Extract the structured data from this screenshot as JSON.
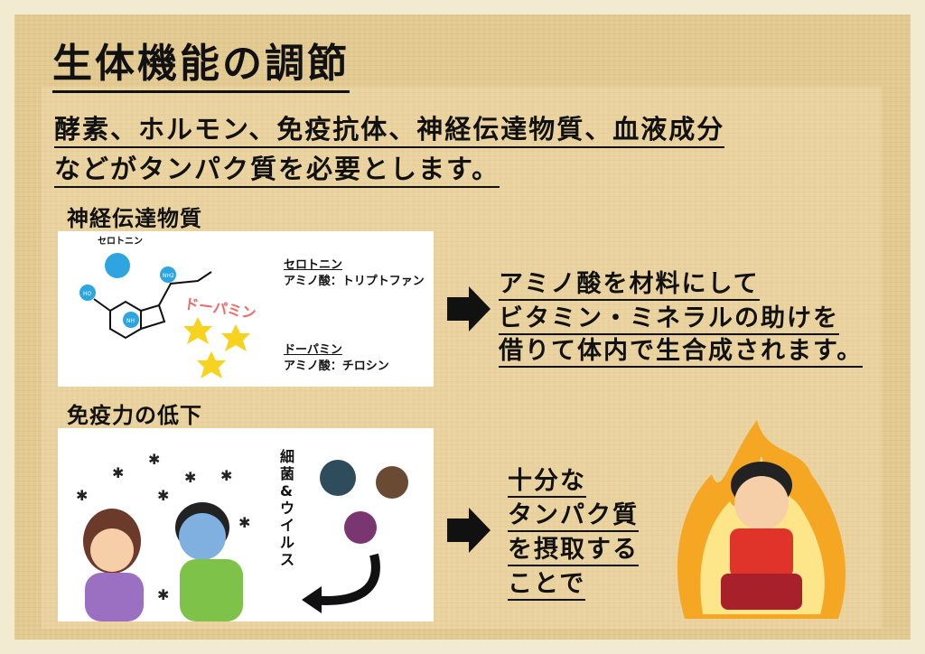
{
  "title": "生体機能の調節",
  "intro": [
    "酵素、ホルモン、免疫抗体、神経伝達物質、血液成分",
    "などがタンパク質を必要とします。"
  ],
  "section1": {
    "heading": "神経伝達物質",
    "illustration": {
      "serotonin_label": "セロトニン",
      "dopamine_label": "ドーパミン",
      "molecule_labels": [
        "HO",
        "NH2",
        "NH"
      ]
    },
    "serotonin": {
      "name": "セロトニン",
      "amino": "アミノ酸：トリプトファン"
    },
    "dopamine": {
      "name": "ドーパミン",
      "amino": "アミノ酸：チロシン"
    },
    "explanation": [
      "アミノ酸を材料にして",
      "ビタミン・ミネラルの助けを",
      "借りて体内で生合成されます。"
    ]
  },
  "section2": {
    "heading": "免疫力の低下",
    "germ_label": "細菌&ウイルス",
    "explanation": [
      "十分な",
      "タンパク質",
      "を摂取する",
      "ことで"
    ]
  },
  "colors": {
    "background": "#e2c990",
    "serotonin": "#2ea4e0",
    "dopamine_text": "#f06a6a",
    "star": "#f7d21e",
    "fire": "#f5a623"
  }
}
